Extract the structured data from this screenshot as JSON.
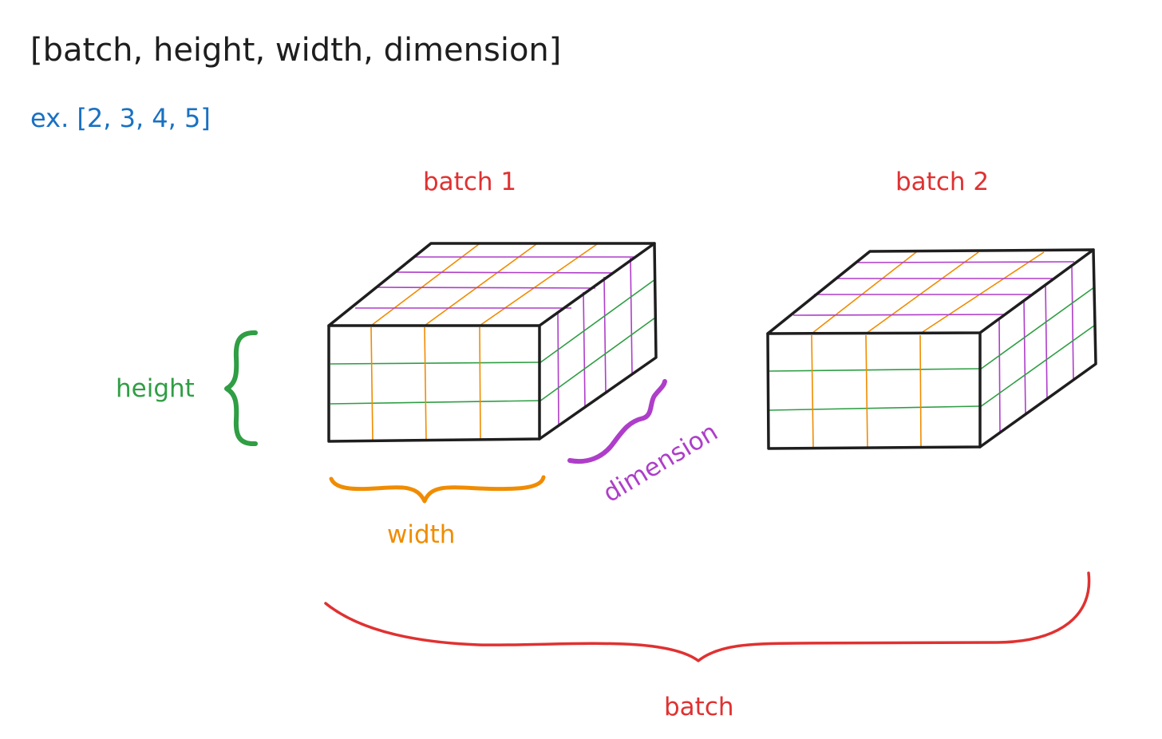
{
  "header": {
    "shape_title": "[batch, height, width, dimension]",
    "example": "ex. [2, 3, 4, 5]"
  },
  "labels": {
    "batch_1": "batch 1",
    "batch_2": "batch 2",
    "height": "height",
    "width": "width",
    "dimension": "dimension",
    "batch": "batch"
  },
  "colors": {
    "outline": "#1e1e1e",
    "example_text": "#1971c2",
    "batch": "#e03131",
    "height": "#2f9e44",
    "width": "#f08c00",
    "dimension": "#ae3ec9"
  }
}
